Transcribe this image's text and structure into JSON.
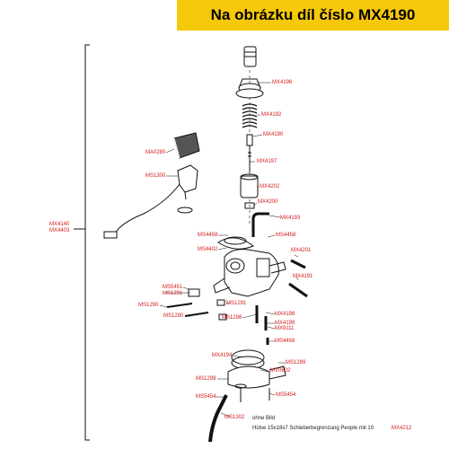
{
  "banner": {
    "title": "Na obrázku díl číslo MX4190"
  },
  "labels": {
    "mx4196": "MX4196",
    "mx4192": "MX4192",
    "mx4190": "MX4190",
    "mx4197": "MX4197",
    "mx4202": "MX4202",
    "mx4200": "MX4200",
    "mx4193": "MX4193",
    "ma0280": "MA0280",
    "ms1300": "MS1300",
    "mx4140": "MX4140",
    "mx4403": "MX4403",
    "ms4458a": "MS4458",
    "ms4458b": "MS4458",
    "ms4402": "MS4402",
    "mx4201": "MX4201",
    "mx4191": "MX4191",
    "ms5451": "MS5451",
    "ms1291a": "MS1291",
    "ms1290a": "MS1290",
    "ms1291b": "MS1291",
    "ms1290b": "MS1290",
    "ms1298": "MS1298",
    "mx4198": "MX4198",
    "mx4199": "MX4199",
    "mx9111": "MX9111",
    "ms4456": "MS4456",
    "ms1289": "MS1289",
    "mx4194": "MX4194",
    "mv0602": "MV0602",
    "ms1299": "MS1299",
    "ms5454a": "MS5454",
    "ms5454b": "MS5454",
    "ms1302": "MS1302",
    "mx4212": "MX4212"
  },
  "notes": {
    "ohne_bild": "ohne Bild",
    "huelse": "Hülse 15x18x7 Schieberbegrenzung People mit 10"
  },
  "colors": {
    "banner": "#f6c80a",
    "label": "#d21a1a",
    "line": "#111111"
  }
}
